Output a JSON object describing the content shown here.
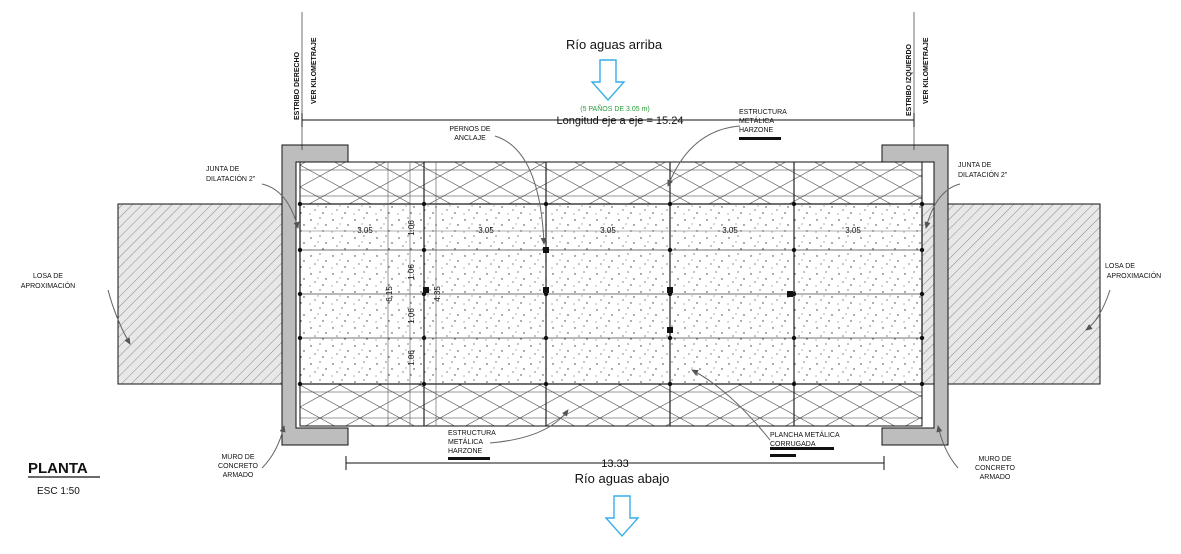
{
  "title": "PLANTA",
  "scale": "ESC  1:50",
  "river_upstream": "Río aguas arriba",
  "river_downstream": "Río aguas abajo",
  "panels_note": "(5 PAÑOS DE 3.05 m)",
  "span_label": "Longitud eje a  eje = 15.24",
  "bottom_dimension": "13.33",
  "left_abutment": [
    "ESTRIBO DERECHO",
    "VER KILOMETRAJE"
  ],
  "right_abutment": [
    "ESTRIBO IZQUIERDO",
    "VER KILOMETRAJE"
  ],
  "panel_dims": [
    "3.05",
    "3.05",
    "3.05",
    "3.05",
    "3.05"
  ],
  "vertical_dims": [
    "1.06",
    "1.06",
    "1.06",
    "1.06"
  ],
  "width_dims": [
    "6.15",
    "4.35"
  ],
  "callouts": {
    "pernos": [
      "PERNOS DE",
      "ANCLAJE"
    ],
    "estructura_top": [
      "ESTRUCTURA",
      "METÁLICA",
      "HARZONE"
    ],
    "junta_left": [
      "JUNTA DE",
      "DILATACIÓN 2\""
    ],
    "junta_right": [
      "JUNTA DE",
      "DILATACIÓN 2\""
    ],
    "losa_left": [
      "LOSA DE",
      "APROXIMACIÓN"
    ],
    "losa_right": [
      "LOSA DE",
      "APROXIMACIÓN"
    ],
    "muro_left": [
      "MURO DE",
      "CONCRETO",
      "ARMADO"
    ],
    "muro_right": [
      "MURO DE",
      "CONCRETO",
      "ARMADO"
    ],
    "estructura_bottom": [
      "ESTRUCTURA",
      "METÁLICA",
      "HARZONE"
    ],
    "plancha": [
      "PLANCHA METÁLICA",
      "CORRUGADA"
    ]
  },
  "colors": {
    "line": "#111111",
    "hatch": "#777777",
    "arrow": "#35aee8",
    "note": "#2a9d3a",
    "fill": "#cfcfcf"
  }
}
